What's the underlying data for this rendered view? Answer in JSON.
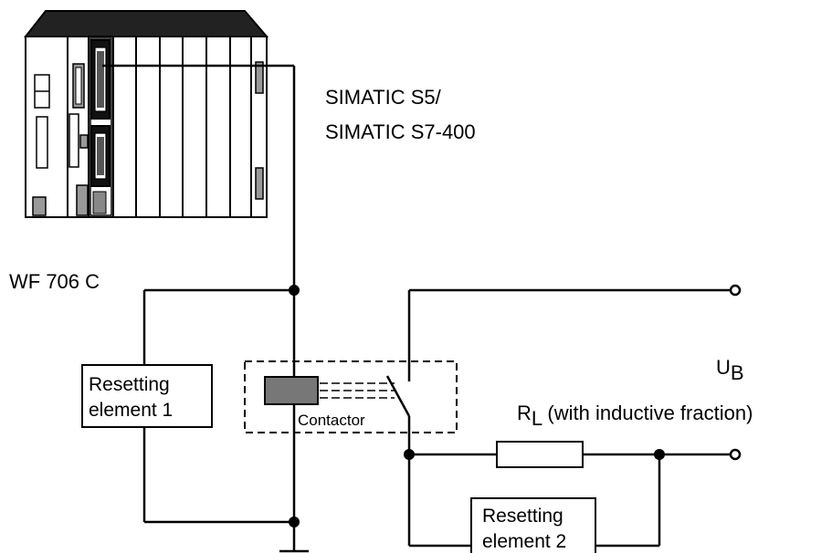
{
  "plc": {
    "label_line1": "SIMATIC S5/",
    "label_line2": "SIMATIC S7-400"
  },
  "module": {
    "label": "WF 706 C"
  },
  "resetting_element_1": {
    "line1": "Resetting",
    "line2": "element 1"
  },
  "resetting_element_2": {
    "line1": "Resetting",
    "line2": "element 2"
  },
  "contactor": {
    "label": "Contactor"
  },
  "supply": {
    "symbol": "U",
    "subscript": "B"
  },
  "load": {
    "symbol": "R",
    "subscript": "L",
    "note": " (with inductive fraction)"
  }
}
